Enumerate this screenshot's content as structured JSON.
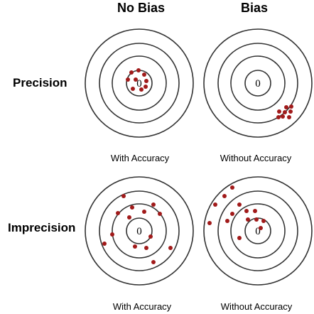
{
  "columns": {
    "no_bias": "No Bias",
    "bias": "Bias"
  },
  "rows": {
    "precision": "Precision",
    "imprecision": "Imprecision"
  },
  "captions": {
    "top_left": "With Accuracy",
    "top_right": "Without Accuracy",
    "bottom_left": "With Accuracy",
    "bottom_right": "Without Accuracy"
  },
  "center_label": "0",
  "colors": {
    "dot": "#a11a1a",
    "ring": "#333333"
  }
}
